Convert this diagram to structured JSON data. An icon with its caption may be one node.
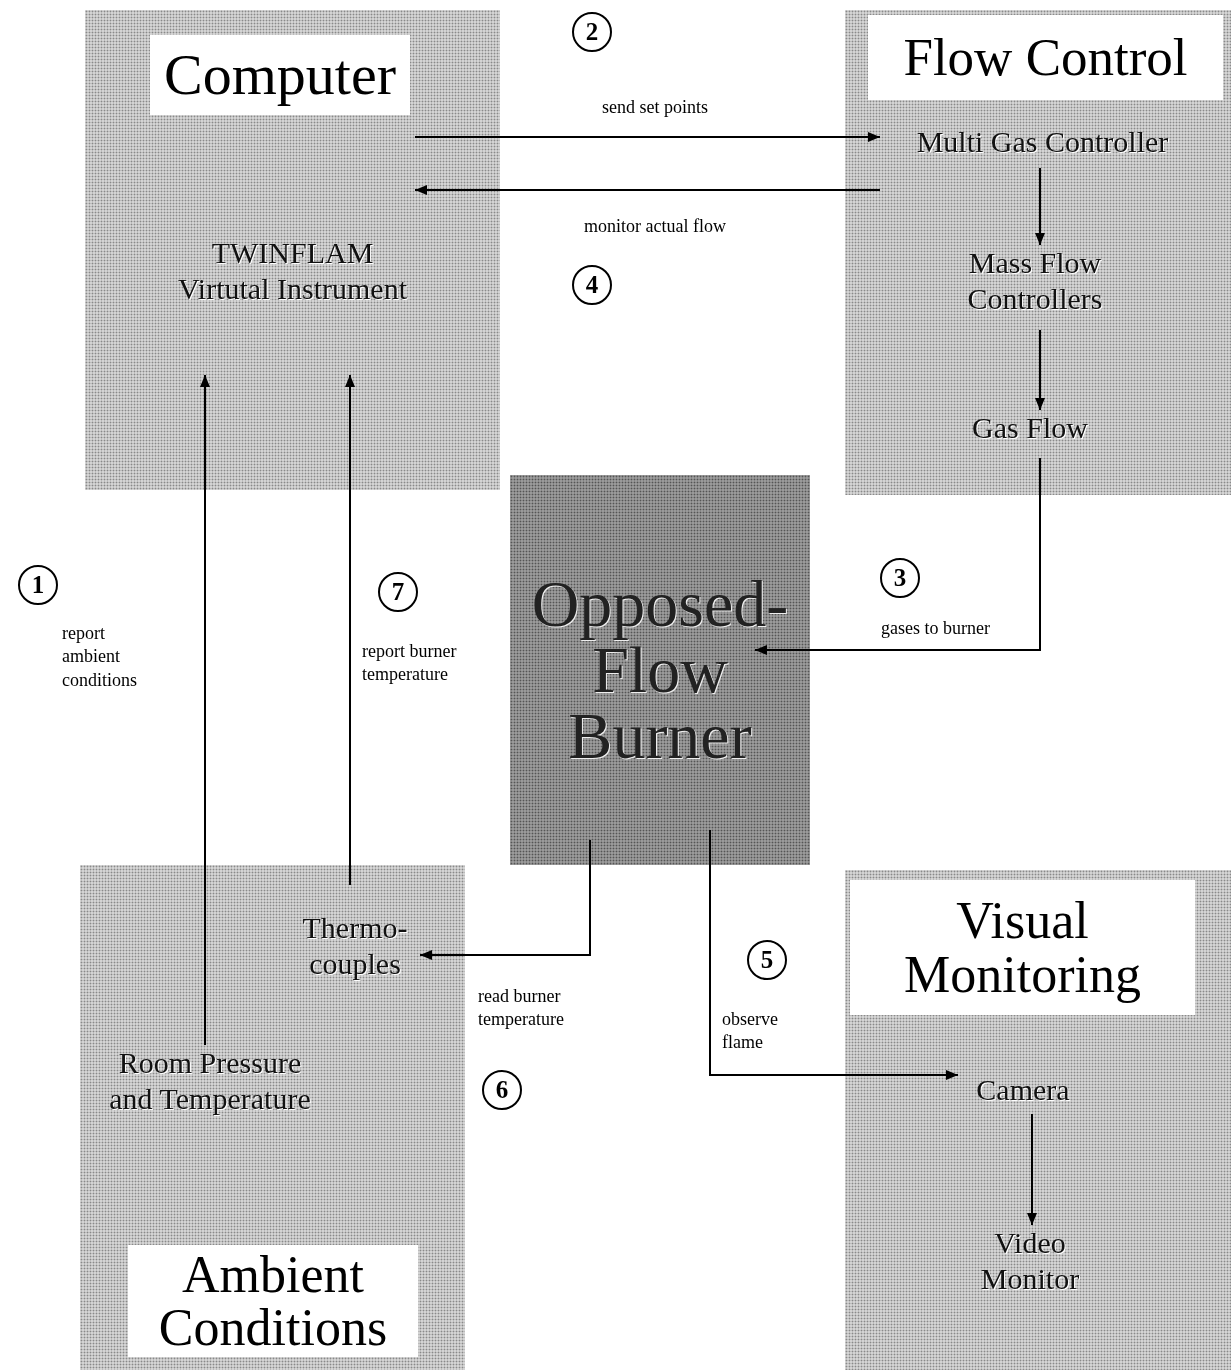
{
  "diagram": {
    "nodes": [
      {
        "text": [
          "Computer"
        ]
      },
      {
        "text": [
          "TWINFLAM Virtutal Instrument"
        ],
        "in": 0
      },
      {
        "text": [
          "Flow Control"
        ]
      },
      {
        "text": [
          "Multi Gas Controller"
        ],
        "in": 2
      },
      {
        "text": [
          "Mass Flow Controllers"
        ],
        "in": 2
      },
      {
        "text": [
          "Gas Flow"
        ],
        "in": 2
      },
      {
        "text": [
          "Opposed- Flow Burner"
        ]
      },
      {
        "text": [
          "Ambient Conditions"
        ]
      },
      {
        "text": [
          "Thermo- couples"
        ],
        "in": 7
      },
      {
        "text": [
          "Room Pressure and Temperature"
        ],
        "in": 7
      },
      {
        "text": [
          "Visual Monitoring"
        ]
      },
      {
        "text": [
          "Camera"
        ],
        "in": 10
      },
      {
        "text": [
          "Video Monitor"
        ],
        "in": 10
      }
    ],
    "edges": [
      {
        "from": 1,
        "to": 3,
        "arrow": "to",
        "label": "send set points"
      },
      {
        "from": 2,
        "to": 1,
        "arrow": "to",
        "label": "monitor actual flow"
      },
      {
        "from": 3,
        "to": 4,
        "arrow": "to"
      },
      {
        "from": 4,
        "to": 5,
        "arrow": "to"
      },
      {
        "from": 5,
        "to": 6,
        "arrow": "to",
        "label": "gases to burner"
      },
      {
        "from": 6,
        "to": 8,
        "arrow": "to",
        "label": "read burner temperature"
      },
      {
        "from": 6,
        "to": 11,
        "arrow": "to",
        "label": "observe flame"
      },
      {
        "from": 11,
        "to": 12,
        "arrow": "to"
      },
      {
        "from": 9,
        "to": 1,
        "arrow": "to",
        "label": "report ambient conditions"
      },
      {
        "from": 8,
        "to": 1,
        "arrow": "to",
        "label": "report burner temperature"
      }
    ],
    "labels": [
      "2",
      "4",
      "1",
      "7",
      "3",
      "5",
      "6"
    ]
  }
}
